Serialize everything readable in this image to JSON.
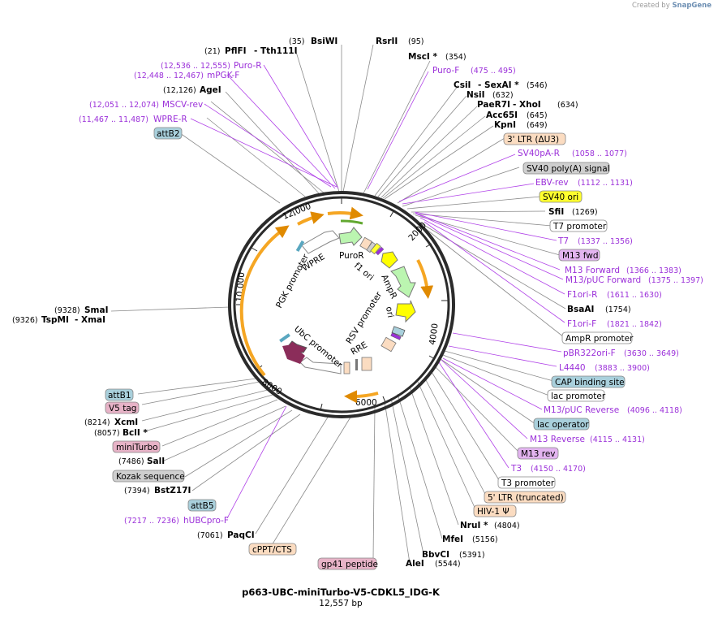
{
  "credit": {
    "created_by": "Created by",
    "brand": "SnapGene"
  },
  "plasmid": {
    "name": "p663-UBC-miniTurbo-V5-CDKL5_IDG-K",
    "length": "12,557 bp"
  },
  "tick_labels": [
    "2000",
    "4000",
    "6000",
    "8000",
    "10,000",
    "12,000"
  ],
  "sites": [
    {
      "name": "BsiWI",
      "coord": "(35)"
    },
    {
      "name": "RsrII",
      "coord": "(95)"
    },
    {
      "name": "MscI *",
      "coord": "(354)"
    },
    {
      "name": "CsiI",
      "coord": ""
    },
    {
      "name": "- SexAI *",
      "coord": "(546)"
    },
    {
      "name": "NsiI",
      "coord": "(632)"
    },
    {
      "name": "PaeR7I",
      "coord": ""
    },
    {
      "name": "- XhoI",
      "coord": "(634)"
    },
    {
      "name": "Acc65I",
      "coord": "(645)"
    },
    {
      "name": "KpnI",
      "coord": "(649)"
    },
    {
      "name": "SfiI",
      "coord": "(1269)"
    },
    {
      "name": "BsaAI",
      "coord": "(1754)"
    },
    {
      "name": "NruI *",
      "coord": "(4804)"
    },
    {
      "name": "MfeI",
      "coord": "(5156)"
    },
    {
      "name": "BbvCI",
      "coord": "(5391)"
    },
    {
      "name": "AleI",
      "coord": "(5544)"
    },
    {
      "name": "PaqCI",
      "coord": "(7061)"
    },
    {
      "name": "BstZ17I",
      "coord": "(7394)"
    },
    {
      "name": "SalI",
      "coord": "(7486)"
    },
    {
      "name": "BclI *",
      "coord": "(8057)"
    },
    {
      "name": "XcmI",
      "coord": "(8214)"
    },
    {
      "name": "SmaI",
      "coord": "(9328)"
    },
    {
      "name": "TspMI",
      "coord": "(9326)"
    },
    {
      "name": "- XmaI",
      "coord": ""
    },
    {
      "name": "AgeI",
      "coord": "(12,126)"
    },
    {
      "name": "PflFI",
      "coord": "(21)"
    },
    {
      "name": "- Tth111I",
      "coord": ""
    }
  ],
  "primers": [
    {
      "name": "Puro-F",
      "coord": "(475 .. 495)"
    },
    {
      "name": "SV40pA-R",
      "coord": "(1058 .. 1077)"
    },
    {
      "name": "EBV-rev",
      "coord": "(1112 .. 1131)"
    },
    {
      "name": "T7",
      "coord": "(1337 .. 1356)"
    },
    {
      "name": "M13 Forward",
      "coord": "(1366 .. 1383)"
    },
    {
      "name": "M13/pUC Forward",
      "coord": "(1375 .. 1397)"
    },
    {
      "name": "F1ori-R",
      "coord": "(1611 .. 1630)"
    },
    {
      "name": "F1ori-F",
      "coord": "(1821 .. 1842)"
    },
    {
      "name": "pBR322ori-F",
      "coord": "(3630 .. 3649)"
    },
    {
      "name": "L4440",
      "coord": "(3883 .. 3900)"
    },
    {
      "name": "M13/pUC Reverse",
      "coord": "(4096 .. 4118)"
    },
    {
      "name": "M13 Reverse",
      "coord": "(4115 .. 4131)"
    },
    {
      "name": "T3",
      "coord": "(4150 .. 4170)"
    },
    {
      "name": "hUBCpro-F",
      "coord": "(7217 .. 7236)"
    },
    {
      "name": "WPRE-R",
      "coord": "(11,467 .. 11,487)"
    },
    {
      "name": "MSCV-rev",
      "coord": "(12,051 .. 12,074)"
    },
    {
      "name": "mPGK-F",
      "coord": "(12,448 .. 12,467)"
    },
    {
      "name": "Puro-R",
      "coord": "(12,536 .. 12,555)"
    }
  ],
  "feature_boxes": [
    {
      "name": "3' LTR (ΔU3)",
      "color": "#fbdcc1"
    },
    {
      "name": "SV40 poly(A) signal",
      "color": "#cfcfcf"
    },
    {
      "name": "SV40 ori",
      "color": "#ffff2e"
    },
    {
      "name": "T7 promoter",
      "color": "#ffffff"
    },
    {
      "name": "M13 fwd",
      "color": "#e3b4f0"
    },
    {
      "name": "AmpR promoter",
      "color": "#ffffff"
    },
    {
      "name": "CAP binding site",
      "color": "#a9d0dc"
    },
    {
      "name": "lac promoter",
      "color": "#ffffff"
    },
    {
      "name": "lac operator",
      "color": "#a9d0dc"
    },
    {
      "name": "M13 rev",
      "color": "#e3b4f0"
    },
    {
      "name": "T3 promoter",
      "color": "#ffffff"
    },
    {
      "name": "5' LTR (truncated)",
      "color": "#fbdcc1"
    },
    {
      "name": "HIV-1 Ψ",
      "color": "#fbdcc1"
    },
    {
      "name": "gp41 peptide",
      "color": "#e7b3c7"
    },
    {
      "name": "cPPT/CTS",
      "color": "#fbdcc1"
    },
    {
      "name": "attB5",
      "color": "#a9d0dc"
    },
    {
      "name": "Kozak sequence",
      "color": "#cfcfcf"
    },
    {
      "name": "miniTurbo",
      "color": "#e7b3c7"
    },
    {
      "name": "V5 tag",
      "color": "#e7b3c7"
    },
    {
      "name": "attB1",
      "color": "#a9d0dc"
    },
    {
      "name": "attB2",
      "color": "#a9d0dc"
    }
  ],
  "inner_labels": [
    "WPRE",
    "PuroR",
    "f1 ori",
    "AmpR",
    "ori",
    "PGK promoter",
    "RSV promoter",
    "RRE",
    "UbC promoter"
  ],
  "colors": {
    "primer": "#9b30d9",
    "orf": "#f5a623",
    "backbone": "#2b2b2b"
  }
}
